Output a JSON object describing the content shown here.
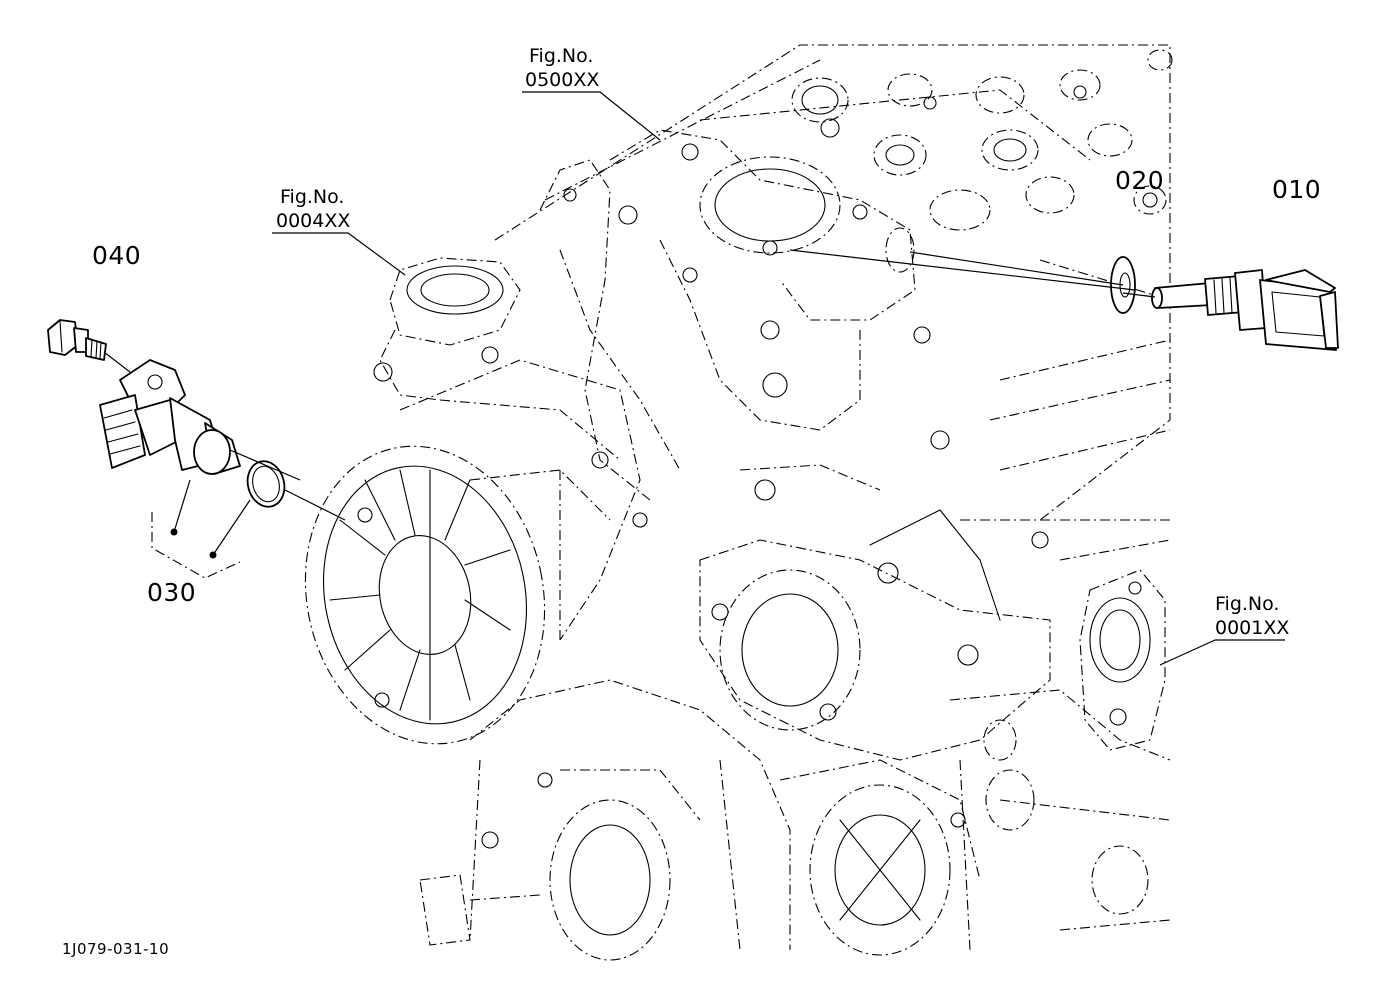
{
  "diagram": {
    "part_labels": {
      "p010": "010",
      "p020": "020",
      "p030": "030",
      "p040": "040"
    },
    "figure_refs": {
      "fig0500": {
        "line1": "Fig.No.",
        "line2": "0500XX"
      },
      "fig0004": {
        "line1": "Fig.No.",
        "line2": "0004XX"
      },
      "fig0001": {
        "line1": "Fig.No.",
        "line2": "0001XX"
      }
    },
    "drawing_code": "1J079-031-10"
  }
}
